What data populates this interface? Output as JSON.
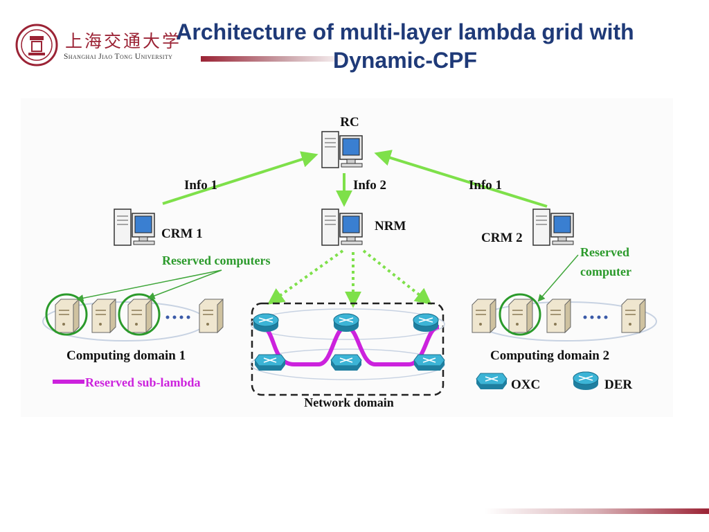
{
  "header": {
    "logo_cn": "上海交通大学",
    "logo_en": "Shanghai Jiao Tong University",
    "title": "Architecture of multi-layer lambda grid with Dynamic-CPF"
  },
  "diagram": {
    "nodes": {
      "rc": "RC",
      "crm1": "CRM 1",
      "nrm": "NRM",
      "crm2": "CRM 2"
    },
    "edges": {
      "info1_left": "Info 1",
      "info2": "Info 2",
      "info1_right": "Info 1"
    },
    "annotations": {
      "reserved_computers": "Reserved computers",
      "reserved_computer_line1": "Reserved",
      "reserved_computer_line2": "computer"
    },
    "domains": {
      "computing1": "Computing domain 1",
      "computing2": "Computing domain 2",
      "network": "Network domain"
    },
    "legend": {
      "sub_lambda": "Reserved sub-lambda",
      "oxc": "OXC",
      "der": "DER"
    },
    "colors": {
      "arrow": "#7ee04a",
      "sub_lambda": "#cc22dd",
      "router": "#2fa8c8",
      "title": "#1f3a78",
      "brand": "#9b2335"
    }
  }
}
